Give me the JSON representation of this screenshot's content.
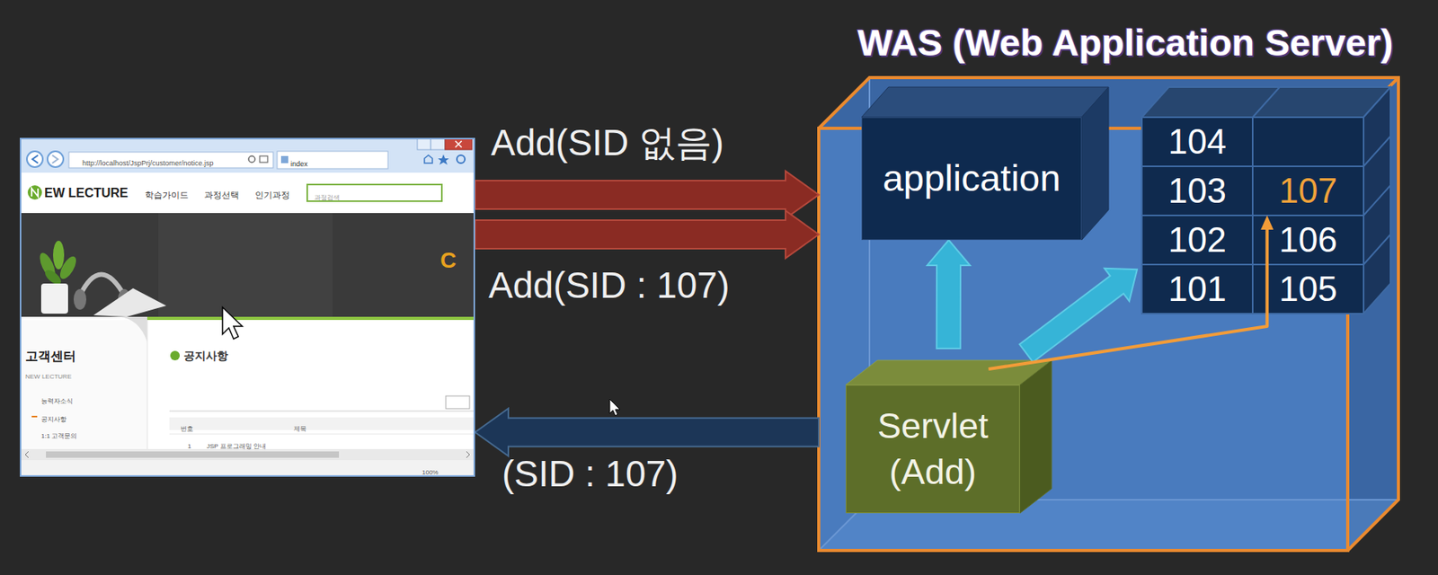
{
  "diagram": {
    "nodes": [
      {
        "text": [
          "http://localhost/JspPrj/customer/notice.jsp",
          "index",
          "EW LECTURE",
          "학습가이드",
          "과정선택",
          "인기과정",
          "과정검색",
          "C",
          "고객센터",
          "NEW LECTURE",
          "능력자소식",
          "공지사항",
          "1:1 고객문의",
          "공지사항",
          "번호",
          "제목",
          "1",
          "JSP 프로그래밍 안내",
          "100%"
        ]
      },
      {
        "text": [
          "WAS (Web Application Server)"
        ]
      },
      {
        "text": [
          "application"
        ],
        "in": 1
      },
      {
        "text": [
          "104"
        ],
        "in": 1
      },
      {
        "text": [
          "103"
        ],
        "in": 1
      },
      {
        "text": [
          "107"
        ],
        "in": 1
      },
      {
        "text": [
          "102"
        ],
        "in": 1
      },
      {
        "text": [
          "106"
        ],
        "in": 1
      },
      {
        "text": [
          "101"
        ],
        "in": 1
      },
      {
        "text": [
          "105"
        ],
        "in": 1
      },
      {
        "text": [
          "Servlet (Add)"
        ],
        "in": 1
      }
    ],
    "edges": [
      {
        "from": 0,
        "to": 1,
        "label": "Add(SID 없음)",
        "arrow": "to"
      },
      {
        "from": 0,
        "to": 1,
        "label": "Add(SID : 107)",
        "arrow": "to"
      },
      {
        "from": 1,
        "to": 0,
        "label": "(SID : 107)",
        "arrow": "to"
      },
      {
        "from": 10,
        "to": 2,
        "arrow": "to"
      },
      {
        "from": 10,
        "to": 8,
        "arrow": "to"
      },
      {
        "from": 10,
        "to": 5,
        "arrow": "to"
      }
    ]
  }
}
